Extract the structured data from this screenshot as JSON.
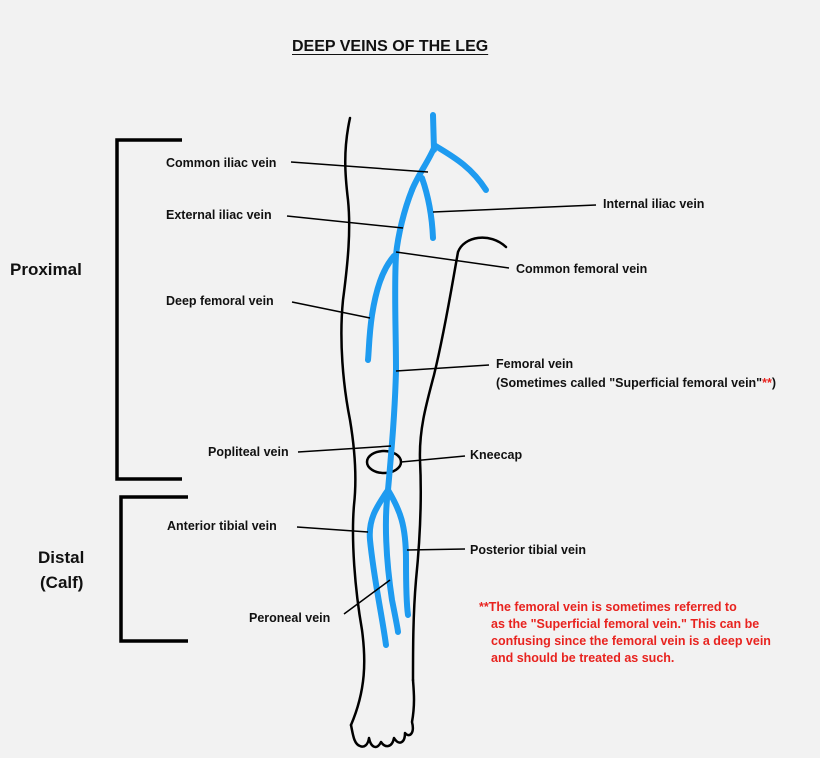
{
  "title": "DEEP VEINS OF THE LEG",
  "groups": {
    "proximal": "Proximal",
    "distal_line1": "Distal",
    "distal_line2": "(Calf)"
  },
  "labels": {
    "common_iliac": "Common iliac vein",
    "external_iliac": "External iliac vein",
    "internal_iliac": "Internal iliac vein",
    "common_femoral": "Common femoral vein",
    "deep_femoral": "Deep femoral vein",
    "femoral_line1": "Femoral vein",
    "femoral_line2": "(Sometimes called \"Superficial femoral vein\"",
    "femoral_asterisks": "**",
    "femoral_close": ")",
    "popliteal": "Popliteal vein",
    "kneecap": "Kneecap",
    "anterior_tibial": "Anterior tibial vein",
    "posterior_tibial": "Posterior tibial vein",
    "peroneal": "Peroneal vein"
  },
  "note": {
    "line1": "**The femoral vein is sometimes referred to",
    "line2": "as the \"Superficial femoral vein.\" This can be",
    "line3": "confusing since the femoral vein is a deep vein",
    "line4": "and should be treated as such."
  },
  "colors": {
    "vein": "#1e9bf0",
    "outline": "#000000",
    "note": "#e8231f",
    "background": "#f2f2f2"
  }
}
